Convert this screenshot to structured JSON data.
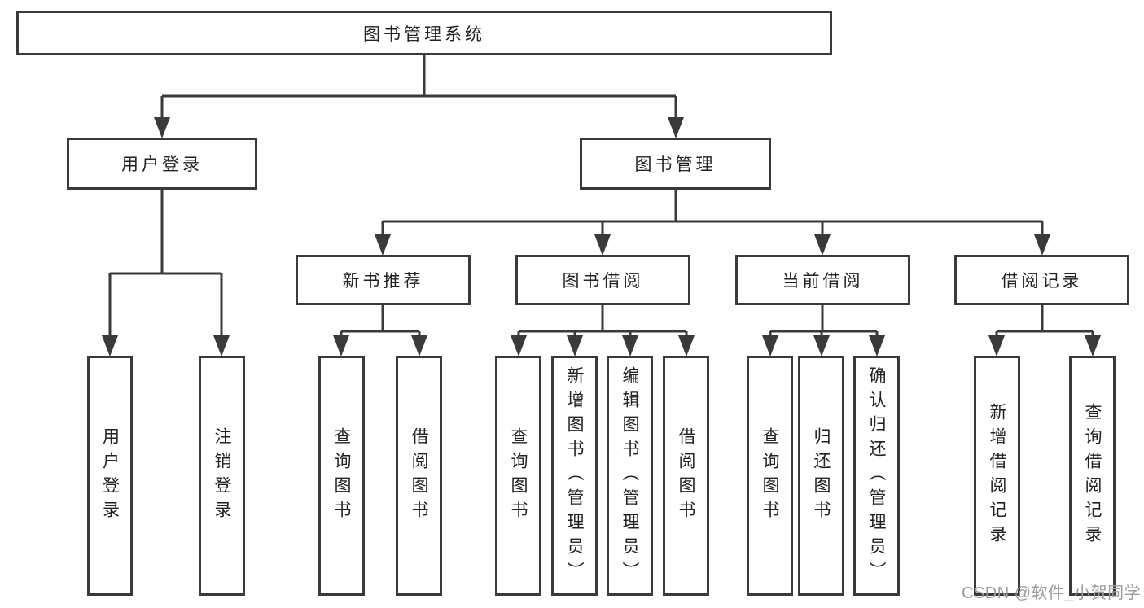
{
  "tree": {
    "root": {
      "label": "图书管理系统"
    },
    "branches": [
      {
        "label": "用户登录",
        "children": [
          {
            "label": "用户登录"
          },
          {
            "label": "注销登录"
          }
        ]
      },
      {
        "label": "图书管理",
        "children": [
          {
            "label": "新书推荐",
            "children": [
              {
                "label": "查询图书"
              },
              {
                "label": "借阅图书"
              }
            ]
          },
          {
            "label": "图书借阅",
            "children": [
              {
                "label": "查询图书"
              },
              {
                "label": "新增图书（管理员）"
              },
              {
                "label": "编辑图书（管理员）"
              },
              {
                "label": "借阅图书"
              }
            ]
          },
          {
            "label": "当前借阅",
            "children": [
              {
                "label": "查询图书"
              },
              {
                "label": "归还图书"
              },
              {
                "label": "确认归还（管理员）"
              }
            ]
          },
          {
            "label": "借阅记录",
            "children": [
              {
                "label": "新增借阅记录"
              },
              {
                "label": "查询借阅记录"
              }
            ]
          }
        ]
      }
    ]
  },
  "watermark": {
    "text": "CSDN @软件_小贺同学"
  },
  "colors": {
    "line": "#3a3a3a",
    "box_border": "#3a3a3a",
    "box_fill": "#ffffff",
    "label_text": "#222222",
    "watermark_text": "#9c9c9c",
    "background": "#ffffff"
  }
}
